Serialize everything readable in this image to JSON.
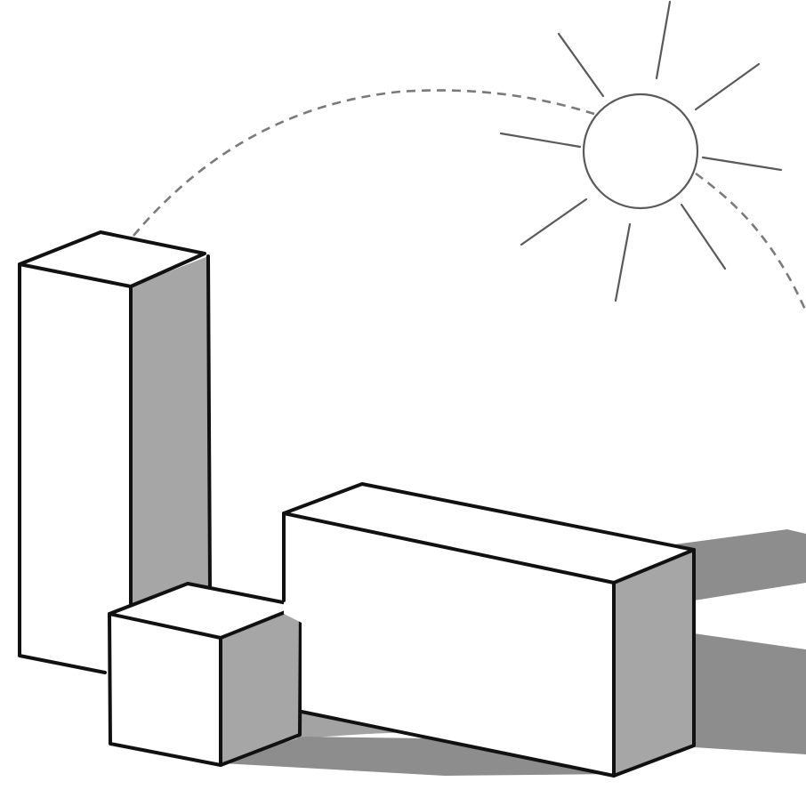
{
  "illustration": {
    "subject": "sun-and-boxes",
    "colors": {
      "background": "#ffffff",
      "face_light": "#ffffff",
      "face_shaded": "#a6a6a6",
      "cast_shadow_near": "#a3a3a3",
      "cast_shadow_far": "#8d8d8d",
      "outline": "#111111",
      "sun_outline": "#5a5a5a",
      "sun_path": "#7a7a7a"
    },
    "elements": [
      "sun-icon",
      "sun-path-arc",
      "tall-box",
      "small-cube",
      "long-box",
      "cast-shadows"
    ]
  }
}
